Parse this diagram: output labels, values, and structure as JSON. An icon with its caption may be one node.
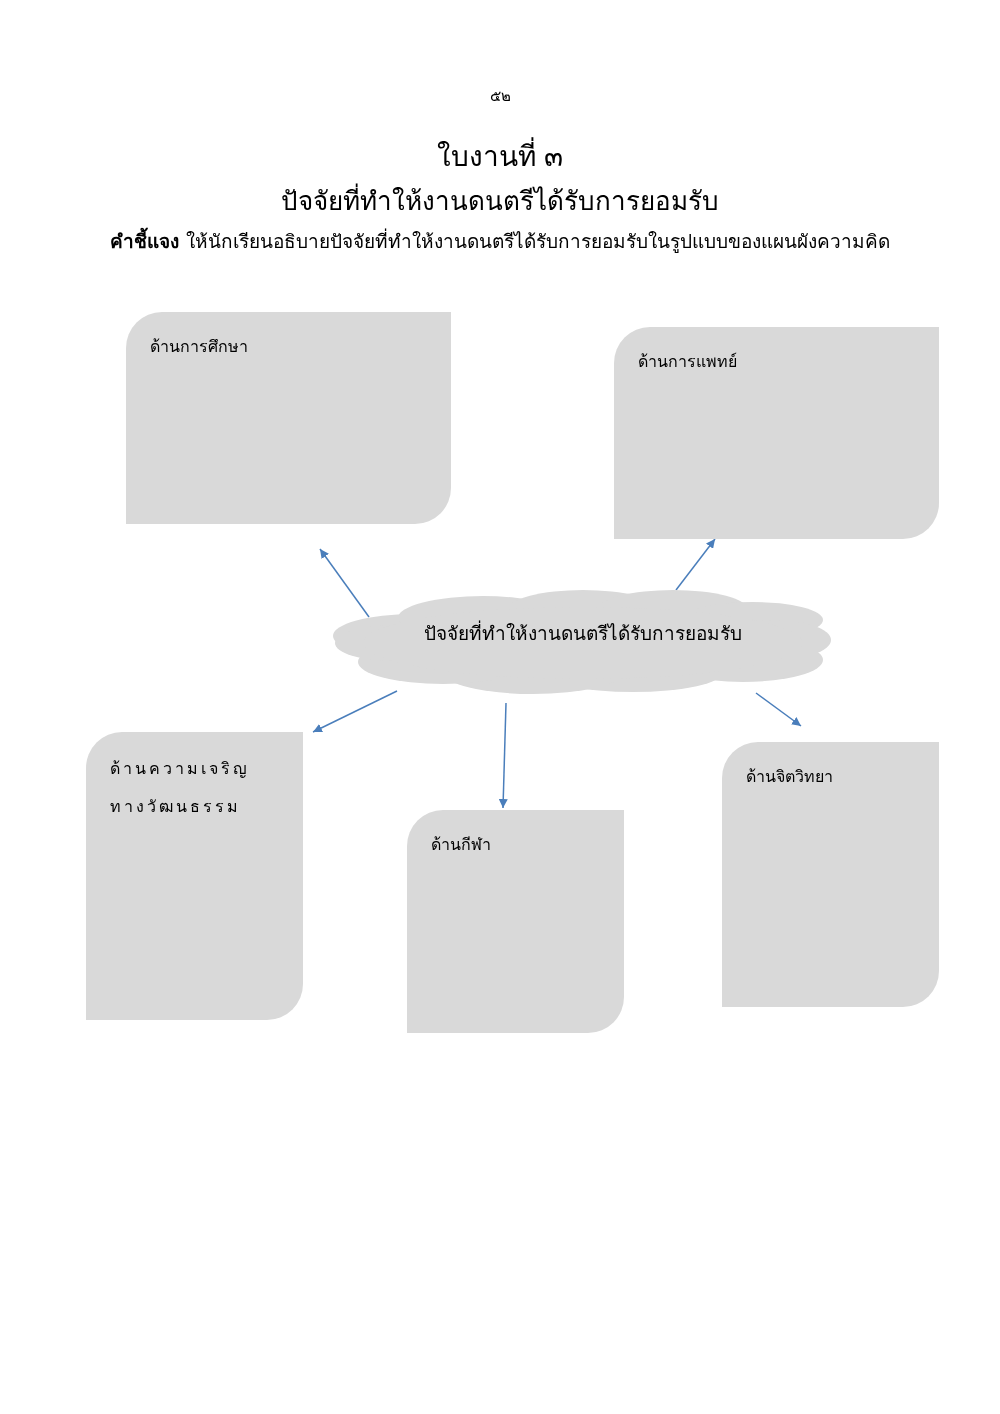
{
  "diagram": {
    "title": "ใบงานที่ ๓",
    "nodes": [
      {
        "text": [
          "ด้านการศึกษา"
        ]
      },
      {
        "text": [
          "ด้านการแพทย์"
        ]
      },
      {
        "text": [
          "ปัจจัยที่ทำให้งานดนตรีได้รับการยอมรับ"
        ]
      },
      {
        "text": [
          "ด้านความเจริญทางวัฒนธรรม"
        ]
      },
      {
        "text": [
          "ด้านกีฬา"
        ]
      },
      {
        "text": [
          "ด้านจิตวิทยา"
        ]
      }
    ],
    "edges": [
      {
        "from": 2,
        "to": 0,
        "arrow": "to"
      },
      {
        "from": 2,
        "to": 1,
        "arrow": "to"
      },
      {
        "from": 2,
        "to": 3,
        "arrow": "to"
      },
      {
        "from": 2,
        "to": 4,
        "arrow": "to"
      },
      {
        "from": 2,
        "to": 5,
        "arrow": "to"
      }
    ],
    "labels": [
      "๕๒",
      "ปัจจัยที่ทำให้งานดนตรีได้รับการยอมรับ",
      "**คำชี้แจง** ให้นักเรียนอธิบายปัจจัยที่ทำให้งานดนตรีได้รับการยอมรับในรูปแบบของแผนผังความคิด"
    ]
  }
}
